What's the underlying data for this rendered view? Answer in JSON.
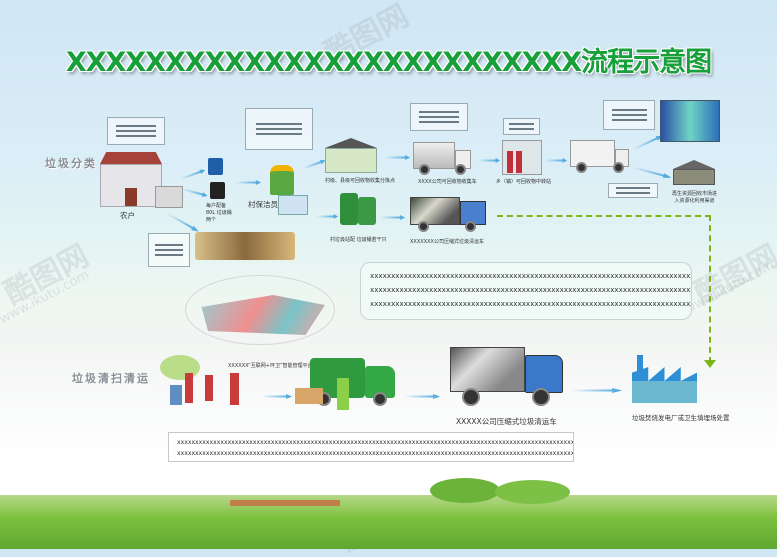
{
  "title": "XXXXXXXXXXXXXXXXXXXXXXXXXX流程示意图",
  "sections": {
    "sorting": "垃圾分类",
    "cleaning": "垃圾清扫清运"
  },
  "labels": {
    "farmer": "农户",
    "bins": "每户配备80L 垃圾桶两个",
    "cleaner": "村保洁员",
    "collection_point": "村级、县级可回收物收集分拣点",
    "village_bins": "村垃圾站配 垃圾桶若干只",
    "recycle_truck": "XXXX公司可回收物收集车",
    "transfer_station": "乡（镇）可回收物中转站",
    "compactor_top": "XXXXXXX公司压缩式垃圾清运车",
    "market": "再生资源回收市场进入资源化利用渠道",
    "compactor_bottom": "XXXXX公司压缩式垃圾清运车",
    "disposal": "垃圾焚烧发电厂或卫生填埋场处置",
    "map_caption": "XXXXXX“互联网+环卫”智能管理平台"
  },
  "textbox1": [
    "xxxxxxxxxxxxxxxxxxxxxxxxxxxxxxxxxxxxxxxxxxxxxxxxxxxxxxxxxxxxxxxxxxxxxxxxxxxxxxx",
    "xxxxxxxxxxxxxxxxxxxxxxxxxxxxxxxxxxxxxxxxxxxxxxxxxxxxxxxxxxxxxxxxxxxxxxxxxxxxxxx",
    "xxxxxxxxxxxxxxxxxxxxxxxxxxxxxxxxxxxxxxxxxxxxxxxxxxxxxxxxxxxxxxxxxxxxxxxxxxxxxxx"
  ],
  "textbox2": [
    "xxxxxxxxxxxxxxxxxxxxxxxxxxxxxxxxxxxxxxxxxxxxxxxxxxxxxxxxxxxxxxxxxxxxxxxxxxxxxxxxxxxxxxxxxxxxxxxxxxxxxxxxxxxxxxxx",
    "xxxxxxxxxxxxxxxxxxxxxxxxxxxxxxxxxxxxxxxxxxxxxxxxxxxxxxxxxxxxxxxxxxxxxxxxxxxxxxxxxxxxxxxxxxxxxxxxxxxxxxxxxxxxxxxx"
  ],
  "watermark": {
    "brand": "酷图网",
    "url": "www.ikutu.com"
  },
  "colors": {
    "title": "#17a03a",
    "dotted_line": "#7cb518",
    "field": "#7fc241"
  }
}
